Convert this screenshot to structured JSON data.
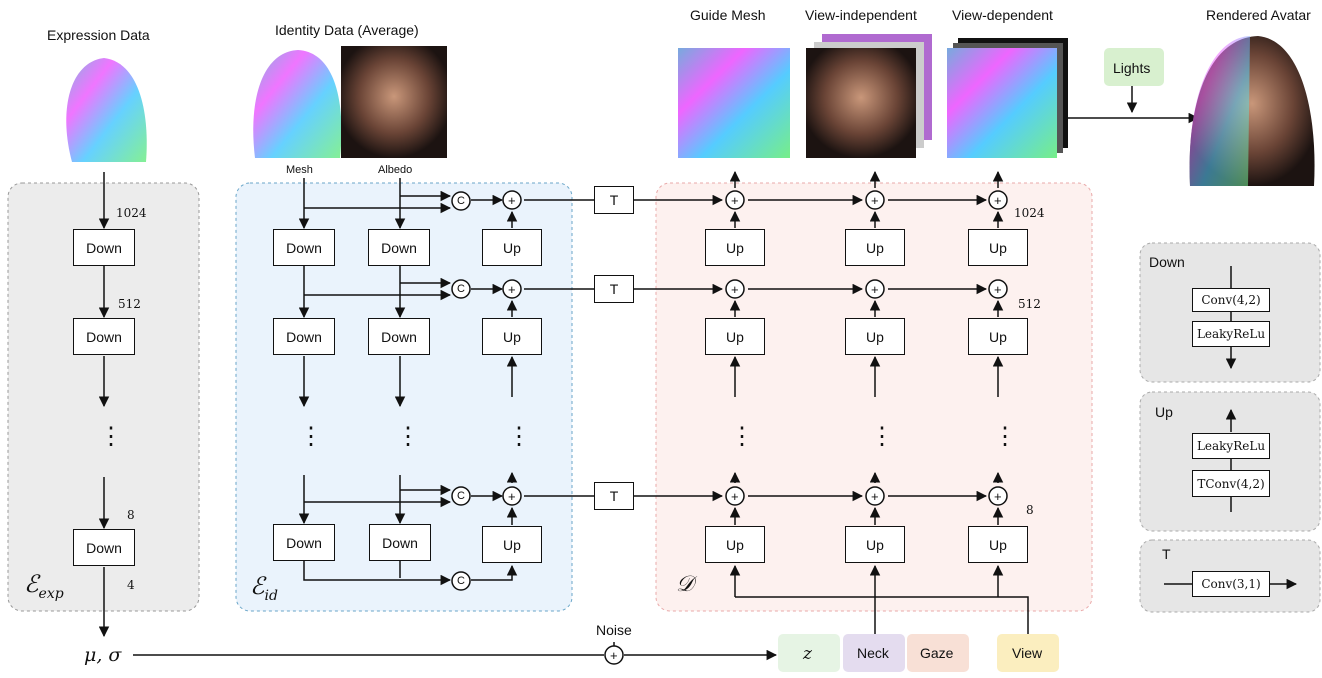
{
  "headers": {
    "expression": "Expression Data",
    "identity": "Identity Data (Average)",
    "guide_mesh": "Guide Mesh",
    "view_independent": "View-independent",
    "view_dependent": "View-dependent",
    "rendered": "Rendered Avatar"
  },
  "inputs": {
    "mesh": "Mesh",
    "albedo": "Albedo"
  },
  "blocks": {
    "down": "Down",
    "up": "Up",
    "t": "T",
    "concat": "C",
    "plus": "+"
  },
  "dims": {
    "d1024": "1024",
    "d512": "512",
    "d8": "8",
    "d4": "4"
  },
  "dots": "⋮",
  "encoders": {
    "exp_symbol": "ℰ",
    "exp_sub": "exp",
    "id_symbol": "ℰ",
    "id_sub": "id",
    "dec_symbol": "𝒟"
  },
  "latent": {
    "mu_sigma": "μ, σ",
    "noise": "Noise"
  },
  "conditions": {
    "z": "z",
    "neck": "Neck",
    "gaze": "Gaze",
    "view": "View",
    "lights": "Lights"
  },
  "legend": {
    "down_title": "Down",
    "down_l1": "Conv(4,2)",
    "down_l2": "LeakyReLu",
    "up_title": "Up",
    "up_l1": "LeakyReLu",
    "up_l2": "TConv(4,2)",
    "t_title": "T",
    "t_l1": "Conv(3,1)"
  },
  "colors": {
    "enc_exp_bg": "#ececec",
    "enc_id_bg": "#eaf3fc",
    "dec_bg": "#fdf1ef",
    "z_bg": "#e6f4e4",
    "neck_bg": "#e4dcef",
    "gaze_bg": "#f8e0d6",
    "view_bg": "#fbeebf",
    "lights_bg": "#d8f0cf"
  }
}
